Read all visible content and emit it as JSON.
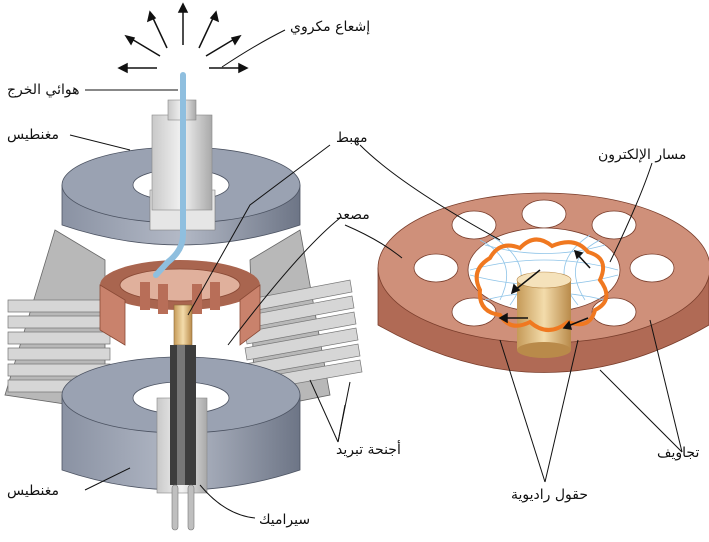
{
  "labels": {
    "microwave_radiation": "إشعاع مكروي",
    "output_antenna": "هوائي الخرج",
    "magnet_top": "مغنطيس",
    "cathode": "مهبط",
    "anode": "مصعد",
    "electron_path": "مسار الإلكترون",
    "cooling_fins": "أجنحة تبريد",
    "cavities": "تجاويف",
    "magnet_bottom": "مغنطيس",
    "ceramic": "سيراميك",
    "radial_fields": "حقول راديوية"
  },
  "colors": {
    "copper": "#c98a76",
    "copper_dark": "#9c5c47",
    "magnet_steel": "#7d8596",
    "fin_grey": "#c8c8c8",
    "antenna_blue": "#8fbfdf",
    "cathode_gold": "#d9b77f",
    "electron_orange": "#f07820",
    "field_blue": "#8fc4e8"
  }
}
